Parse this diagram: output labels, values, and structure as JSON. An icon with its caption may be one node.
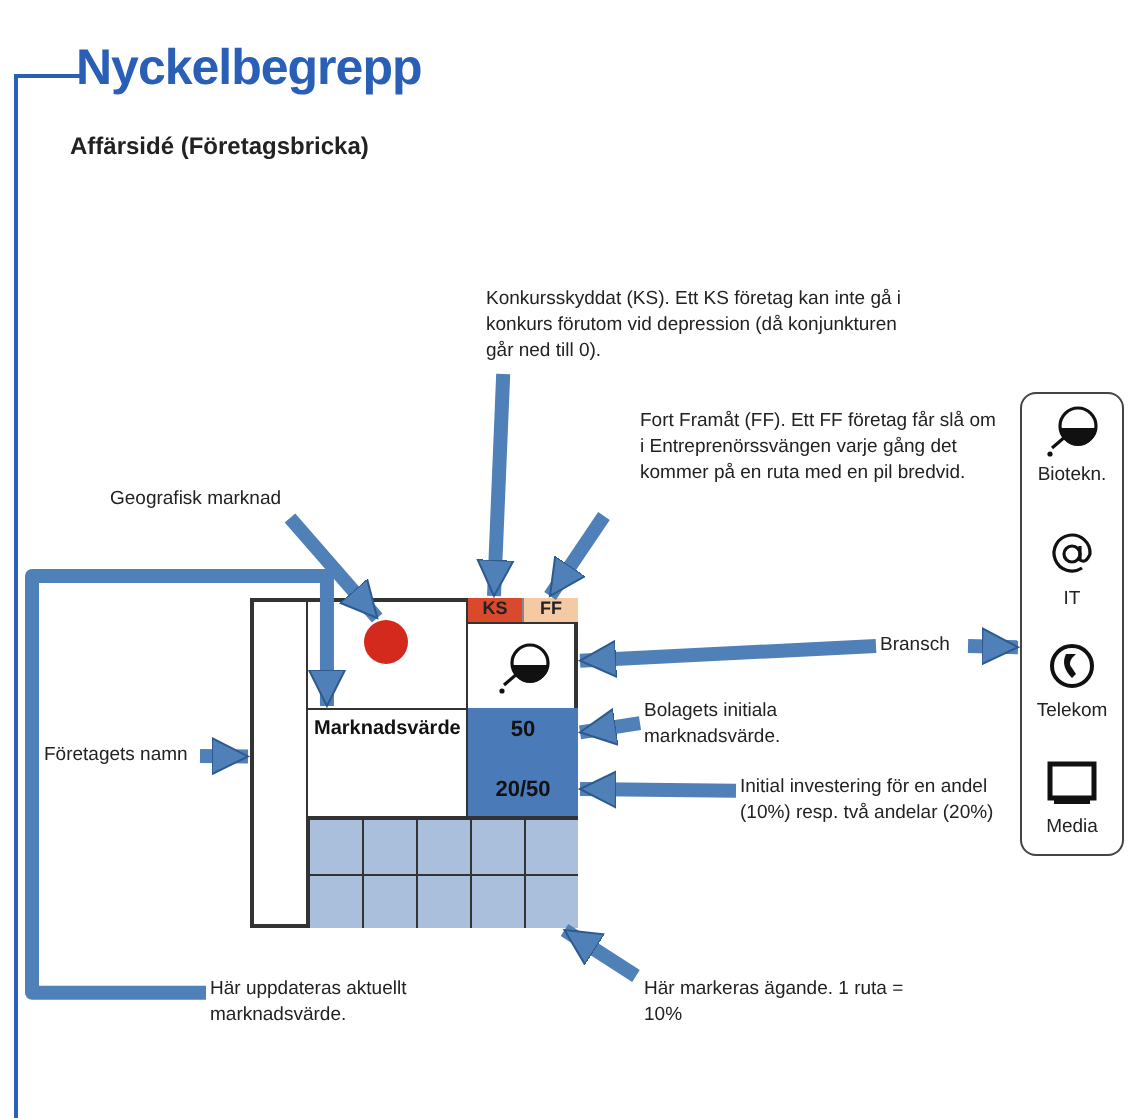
{
  "diagram": {
    "title": "Nyckelbegrepp",
    "nodes": [
      {
        "text": [],
        "shape": "box"
      },
      {
        "text": [],
        "shape": "box",
        "in": 0
      },
      {
        "text": [],
        "shape": "circle",
        "in": 0
      },
      {
        "text": [
          "KS"
        ],
        "in": 0
      },
      {
        "text": [
          "FF"
        ],
        "in": 0
      },
      {
        "text": [],
        "shape": "picture",
        "in": 0
      },
      {
        "text": [
          "Marknadsvärde"
        ],
        "in": 0
      },
      {
        "text": [
          "50"
        ],
        "in": 0
      },
      {
        "text": [
          "20/50"
        ],
        "in": 0
      },
      {
        "text": [],
        "shape": "box",
        "in": 0
      },
      {
        "text": [
          "Konkursskyddat (KS). Ett KS företag kan inte gå i konkurs förutom vid depression (då konjunkturen går ned till 0)."
        ]
      },
      {
        "text": [
          "Geografisk marknad"
        ]
      },
      {
        "text": [
          "Fort Framåt (FF). Ett FF företag får slå om i Entreprenörssvängen varje gång det kommer på en ruta med en pil bredvid."
        ]
      },
      {
        "text": [
          "Bransch"
        ]
      },
      {
        "text": [
          "Bolagets initiala marknadsvärde."
        ]
      },
      {
        "text": [
          "Företagets namn"
        ]
      },
      {
        "text": [
          "Initial investering för en andel (10%) resp. två andelar (20%)"
        ]
      },
      {
        "text": [
          "Här uppdateras aktuellt marknadsvärde."
        ]
      },
      {
        "text": [
          "Här markeras ägande. 1 ruta = 10%"
        ]
      },
      {
        "text": [],
        "shape": "box"
      },
      {
        "text": [
          "Biotekn."
        ],
        "in": 19
      },
      {
        "text": [
          "IT"
        ],
        "in": 19
      },
      {
        "text": [
          "Telekom"
        ],
        "in": 19
      },
      {
        "text": [
          "Media"
        ],
        "in": 19
      }
    ],
    "edges": [
      {
        "from": 10,
        "to": 3,
        "arrow": "to"
      },
      {
        "from": 11,
        "to": 2,
        "arrow": "to"
      },
      {
        "from": 12,
        "to": 4,
        "arrow": "to"
      },
      {
        "from": 13,
        "to": 5,
        "arrow": "to"
      },
      {
        "from": 13,
        "to": 19,
        "arrow": "to"
      },
      {
        "from": 14,
        "to": 7,
        "arrow": "to"
      },
      {
        "from": 15,
        "to": 1,
        "arrow": "to"
      },
      {
        "from": 16,
        "to": 8,
        "arrow": "to"
      },
      {
        "from": 17,
        "to": 6,
        "arrow": "to"
      },
      {
        "from": 18,
        "to": 9,
        "arrow": "to"
      }
    ],
    "labels": [
      "Affärsidé (Företagsbricka)"
    ]
  }
}
